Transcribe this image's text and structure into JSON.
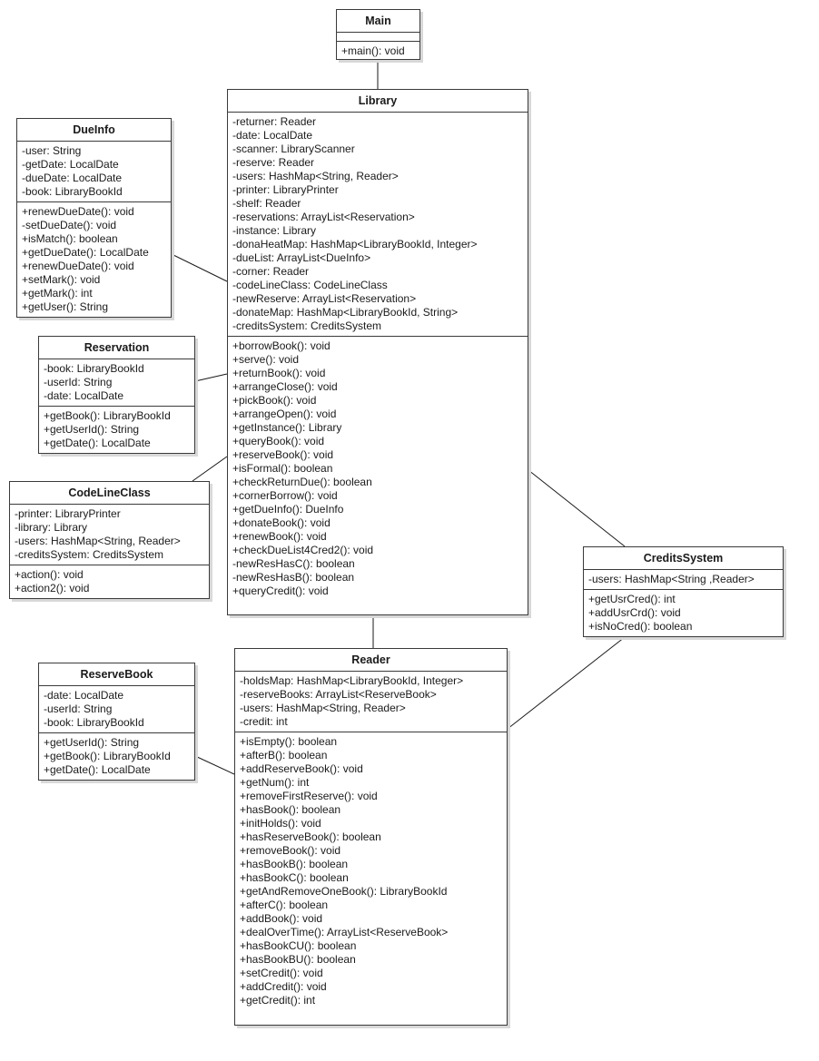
{
  "classes": {
    "main": {
      "name": "Main",
      "fields": [],
      "methods": [
        "+main(): void"
      ]
    },
    "library": {
      "name": "Library",
      "fields": [
        "-returner: Reader",
        "-date: LocalDate",
        "-scanner: LibraryScanner",
        "-reserve: Reader",
        "-users: HashMap<String, Reader>",
        "-printer: LibraryPrinter",
        "-shelf: Reader",
        "-reservations: ArrayList<Reservation>",
        "-instance: Library",
        "-donaHeatMap:  HashMap<LibraryBookId, Integer>",
        "-dueList: ArrayList<DueInfo>",
        "-corner: Reader",
        "-codeLineClass: CodeLineClass",
        "-newReserve: ArrayList<Reservation>",
        "-donateMap: HashMap<LibraryBookId, String>",
        "-creditsSystem: CreditsSystem"
      ],
      "methods": [
        "+borrowBook(): void",
        "+serve(): void",
        "+returnBook(): void",
        "+arrangeClose(): void",
        "+pickBook(): void",
        "+arrangeOpen(): void",
        "+getInstance(): Library",
        "+queryBook(): void",
        "+reserveBook(): void",
        "+isFormal(): boolean",
        "+checkReturnDue(): boolean",
        "+cornerBorrow(): void",
        "+getDueInfo(): DueInfo",
        "+donateBook(): void",
        "+renewBook(): void",
        "+checkDueList4Cred2(): void",
        "-newResHasC(): boolean",
        "-newResHasB(): boolean",
        "+queryCredit(): void"
      ]
    },
    "dueinfo": {
      "name": "DueInfo",
      "fields": [
        "-user: String",
        "-getDate: LocalDate",
        "-dueDate: LocalDate",
        "-book: LibraryBookId"
      ],
      "methods": [
        "+renewDueDate(): void",
        "-setDueDate(): void",
        "+isMatch(): boolean",
        "+getDueDate(): LocalDate",
        "+renewDueDate(): void",
        "+setMark(): void",
        "+getMark(): int",
        "+getUser(): String"
      ]
    },
    "reservation": {
      "name": "Reservation",
      "fields": [
        "-book: LibraryBookId",
        "-userId: String",
        "-date: LocalDate"
      ],
      "methods": [
        "+getBook(): LibraryBookId",
        "+getUserId(): String",
        "+getDate(): LocalDate"
      ]
    },
    "codelineclass": {
      "name": "CodeLineClass",
      "fields": [
        "-printer: LibraryPrinter",
        "-library: Library",
        "-users: HashMap<String, Reader>",
        "-creditsSystem: CreditsSystem"
      ],
      "methods": [
        "+action(): void",
        "+action2(): void"
      ]
    },
    "creditssystem": {
      "name": "CreditsSystem",
      "fields": [
        "-users: HashMap<String ,Reader>"
      ],
      "methods": [
        "+getUsrCred(): int",
        "+addUsrCrd(): void",
        "+isNoCred(): boolean"
      ]
    },
    "reader": {
      "name": "Reader",
      "fields": [
        "-holdsMap: HashMap<LibraryBookId, Integer>",
        "-reserveBooks: ArrayList<ReserveBook>",
        "-users: HashMap<String, Reader>",
        "-credit: int"
      ],
      "methods": [
        "+isEmpty(): boolean",
        "+afterB(): boolean",
        "+addReserveBook(): void",
        "+getNum(): int",
        "+removeFirstReserve(): void",
        "+hasBook(): boolean",
        "+initHolds(): void",
        "+hasReserveBook(): boolean",
        "+removeBook(): void",
        "+hasBookB(): boolean",
        "+hasBookC(): boolean",
        "+getAndRemoveOneBook(): LibraryBookId",
        "+afterC(): boolean",
        "+addBook(): void",
        "+dealOverTime(): ArrayList<ReserveBook>",
        "+hasBookCU(): boolean",
        "+hasBookBU(): boolean",
        "+setCredit(): void",
        "+addCredit(): void",
        "+getCredit(): int"
      ]
    },
    "reservebook": {
      "name": "ReserveBook",
      "fields": [
        "-date: LocalDate",
        "-userId: String",
        "-book: LibraryBookId"
      ],
      "methods": [
        "+getUserId(): String",
        "+getBook(): LibraryBookId",
        "+getDate(): LocalDate"
      ]
    }
  },
  "colors": {
    "border": "#3a3a3a",
    "line": "#1a1a1a",
    "shadow": "#d8d8d8",
    "background": "#ffffff"
  }
}
